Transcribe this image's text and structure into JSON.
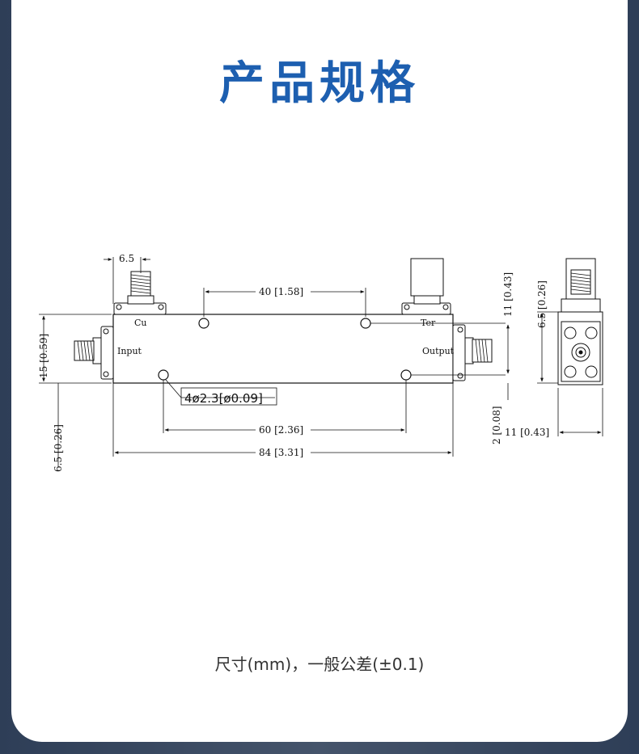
{
  "page": {
    "title": "产品规格",
    "footnote": "尺寸(mm)，一般公差(±0.1)"
  },
  "drawing": {
    "port_labels": {
      "cu": "Cu",
      "ter": "Ter",
      "input": "Input",
      "output": "Output"
    },
    "dimensions": {
      "connector_offset_top": "6.5",
      "hole_spacing_top": "40 [1.58]",
      "hole_spec": "4ø2.3[ø0.09]",
      "hole_spacing_bottom": "60 [2.36]",
      "overall_length": "84 [3.31]",
      "body_height": "15 [0.59]",
      "left_offset": "6.5 [0.26]",
      "right_height": "11 [0.43]",
      "bottom_offset": "2 [0.08]",
      "side_height_small": "6.5 [0.26]",
      "side_width": "11 [0.43]"
    }
  }
}
